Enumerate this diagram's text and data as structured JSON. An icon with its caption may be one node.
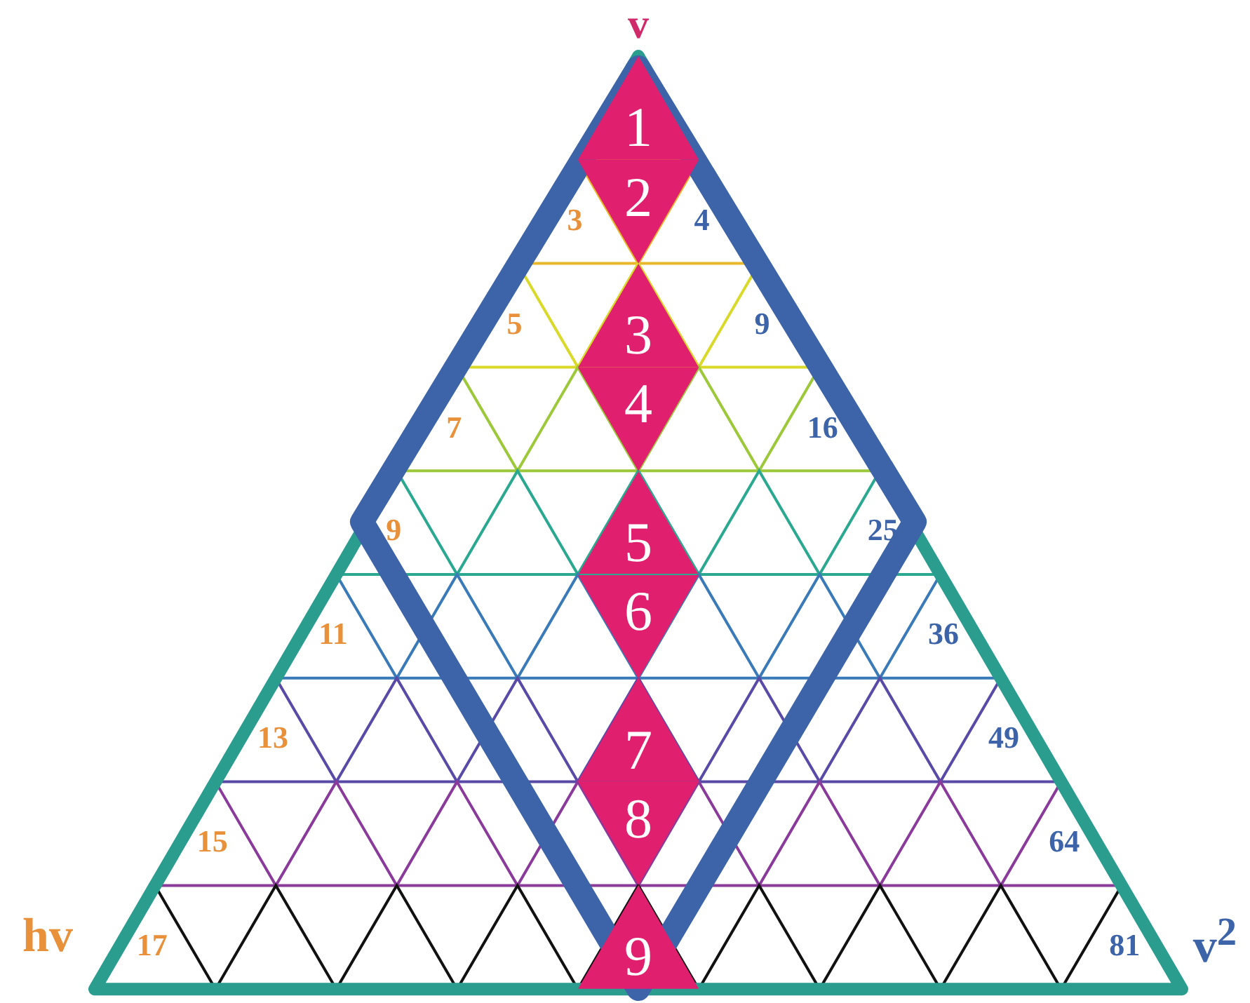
{
  "diagram": {
    "nodes": [
      {
        "text": [
          "1"
        ]
      },
      {
        "text": [
          "2"
        ]
      },
      {
        "text": [
          "3"
        ]
      },
      {
        "text": [
          "4"
        ]
      },
      {
        "text": [
          "5"
        ]
      },
      {
        "text": [
          "6"
        ]
      },
      {
        "text": [
          "7"
        ]
      },
      {
        "text": [
          "8"
        ]
      },
      {
        "text": [
          "9"
        ]
      }
    ],
    "labels": [
      "v",
      "3",
      "4",
      "5",
      "9",
      "7",
      "16",
      "9",
      "25",
      "11",
      "36",
      "13",
      "49",
      "15",
      "64",
      "hv",
      "17",
      "81",
      "v$^{2}$"
    ]
  }
}
